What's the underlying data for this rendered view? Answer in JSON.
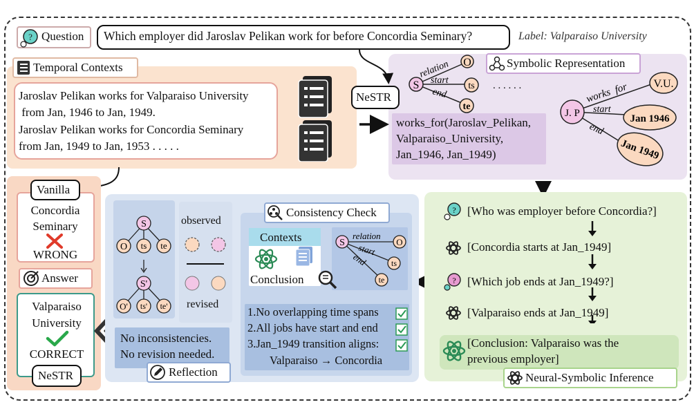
{
  "question": {
    "tag": "Question",
    "text": "Which employer did Jaroslav Pelikan work for before Concordia Seminary?",
    "label": "Label: Valparaiso University"
  },
  "temporal": {
    "title": "Temporal Contexts",
    "lines": [
      "Jaroslav Pelikan works for Valparaiso University",
      " from Jan, 1946 to Jan, 1949.",
      "Jaroslav Pelikan works for Concordia Seminary",
      "from Jan, 1949 to Jan, 1953 . . . . ."
    ]
  },
  "nestr_tag": "NeSTR",
  "symbolic": {
    "title": "Symbolic Representation",
    "node_s": "S",
    "node_o": "O",
    "node_ts": "ts",
    "node_te": "te",
    "edge_relation": "relation",
    "edge_start": "start",
    "edge_end": "end",
    "dots": ". . . . . .",
    "formula": [
      "works_for(Jaroslav_Pelikan,",
      "Valparaiso_University,",
      "Jan_1946, Jan_1949)"
    ],
    "jp": "J. P",
    "vu": "V.U.",
    "jan1946": "Jan 1946",
    "jan1949": "Jan 1949",
    "edge_works_for": "works  for",
    "edge2_start": "start",
    "edge2_end": "end"
  },
  "vanilla": {
    "tag": "Vanilla",
    "answer": [
      "Concordia",
      "Seminary"
    ],
    "verdict": "WRONG"
  },
  "answer_tag": "Answer",
  "nestr_answer": {
    "answer": [
      "Valparaiso",
      "University"
    ],
    "verdict": "CORRECT",
    "tag": "NeSTR"
  },
  "reflection": {
    "title": "Reflection",
    "observed": "observed",
    "revised": "revised",
    "s": "S",
    "o": "O",
    "ts": "ts",
    "te": "te",
    "s2": "S'",
    "o2": "O'",
    "ts2": "ts'",
    "te2": "te'",
    "result": [
      "No inconsistencies.",
      "No revision needed."
    ]
  },
  "consistency": {
    "title": "Consistency Check",
    "contexts": "Contexts",
    "conclusion": "Conclusion",
    "s": "S",
    "o": "O",
    "ts": "ts",
    "te": "te",
    "relation": "relation",
    "start": "start",
    "end": "end",
    "checks": [
      "1.No overlapping time spans",
      "2.All jobs have start and end",
      "3.Jan_1949 transition aligns:"
    ],
    "transition": "Valparaiso → Concordia"
  },
  "inference": {
    "title": "Neural-Symbolic Inference",
    "steps": [
      "[Who was employer before Concordia?]",
      "[Concordia starts at Jan_1949]",
      "[Which job ends at Jan_1949?]",
      "[Valparaiso ends at Jan_1949]"
    ],
    "conclusion": [
      "[Conclusion: Valparaiso was the",
      "previous employer]"
    ]
  },
  "colors": {
    "orange_bg": "#fbe3cf",
    "purple_bg": "#ece3f1",
    "blue_bg": "#dde6f3",
    "green_bg": "#e6f2d8",
    "pink_node": "#f3c6e6",
    "peach_node": "#fbd9c0"
  }
}
